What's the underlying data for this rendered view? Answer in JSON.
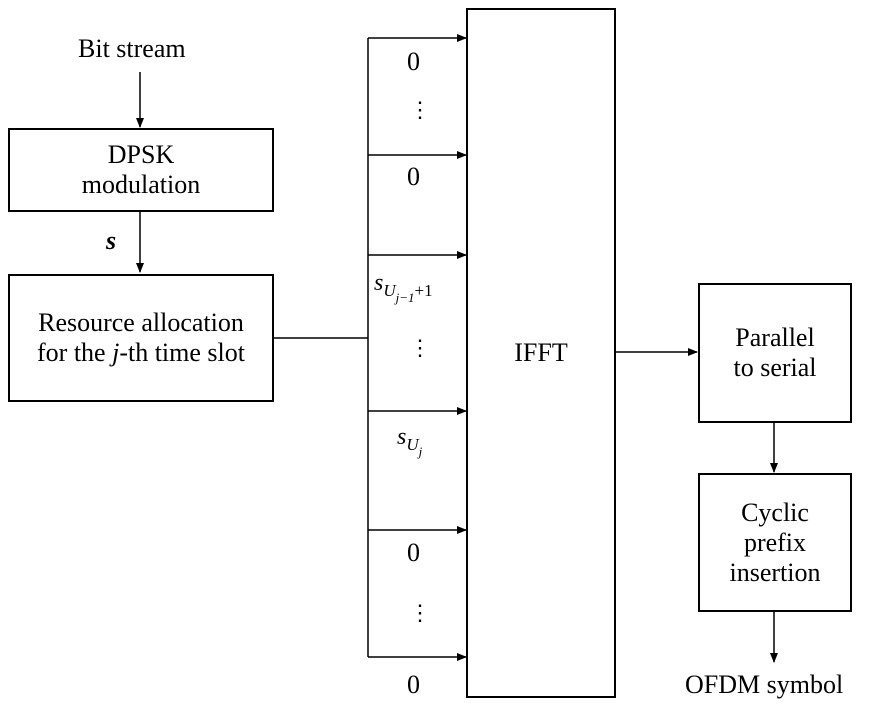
{
  "input_label": "Bit stream",
  "output_label": "OFDM symbol",
  "dpsk_box": {
    "line1": "DPSK",
    "line2": "modulation"
  },
  "signal_label": "s",
  "resource_box": {
    "line1": "Resource allocation",
    "line2_pre": "for the ",
    "line2_var": "j",
    "line2_post": "-th time slot"
  },
  "ifft_label": "IFFT",
  "p2s_box": {
    "line1": "Parallel",
    "line2": "to serial"
  },
  "cp_box": {
    "line1": "Cyclic",
    "line2": "prefix",
    "line3": "insertion"
  },
  "subcarrier_inputs": {
    "zero_top_1": "0",
    "zero_top_2": "0",
    "zero_bottom_1": "0",
    "zero_bottom_2": "0",
    "dots": "⋮",
    "s_first": {
      "base": "s",
      "sub": "U",
      "subsub": "j−1",
      "suffix": "+1"
    },
    "s_last": {
      "base": "s",
      "sub": "U",
      "subsub": "j"
    }
  }
}
